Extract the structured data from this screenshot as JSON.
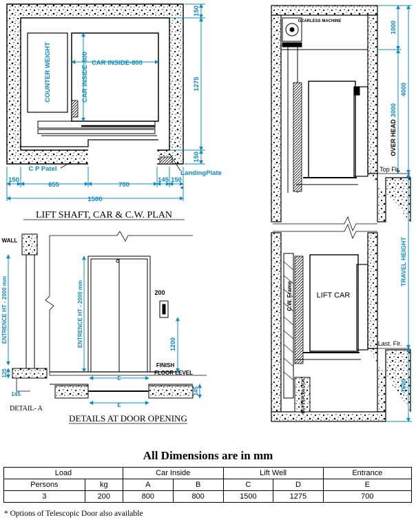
{
  "plan": {
    "title": "LIFT SHAFT, CAR & C.W.  PLAN",
    "counter_weight": "COUNTER WEIGHT",
    "car_inside_h": "CAR INSIDE-800",
    "car_inside_v": "CAR INSIDE-800",
    "cp_patel": "C P Patel",
    "landing_plate": "LandingPlate",
    "asterisk": "*",
    "dims": {
      "d150_left": "150",
      "d655": "655",
      "d700": "700",
      "d145": "145",
      "d150_right": "150",
      "d1500": "1500",
      "d150_top": "150",
      "d1275": "1275",
      "d150_bottom": "150"
    }
  },
  "section": {
    "gearless_machine": "GEARLESS MACHINE",
    "overhead": "OVER HEAD",
    "top_floor": "Top Flr.",
    "last_floor": "Last. Flr.",
    "travel_height": "TRAVEL HEIGHT",
    "lift_car": "LIFT CAR",
    "cw_frame": "C.W. Frame",
    "buffer_block": "BUFFER BLOCK",
    "dims": {
      "d1000": "1000",
      "d3000": "3000",
      "d4000": "4000",
      "d1600": "1600"
    }
  },
  "door": {
    "title": "DETAILS AT DOOR OPENING",
    "wall": "WALL",
    "entrance_ht_1": "ENTRENCE HT - 2000 mm",
    "entrance_ht_2": "ENTRENCE HT - 2000 mm",
    "d200": "200",
    "d1200": "1200",
    "finish": "FINISH",
    "floor_level": "FLOOR LEVEL",
    "e1": "E",
    "e2": "E",
    "d125": "125",
    "d145a": "145",
    "d145b": "145",
    "detail_a": "DETAIL- A"
  },
  "bottom_title": "All Dimensions are in mm",
  "table": {
    "groups": [
      "Load",
      "Car  Inside",
      "Lift  Well",
      "Entrance"
    ],
    "subheaders": [
      "Persons",
      "kg",
      "A",
      "B",
      "C",
      "D",
      "E"
    ],
    "values": [
      "3",
      "200",
      "800",
      "800",
      "1500",
      "1275",
      "700"
    ]
  },
  "footnote": "* Options of Telescopic Door also available",
  "colors": {
    "dimension": "#0b8bc4",
    "line": "#000000"
  }
}
